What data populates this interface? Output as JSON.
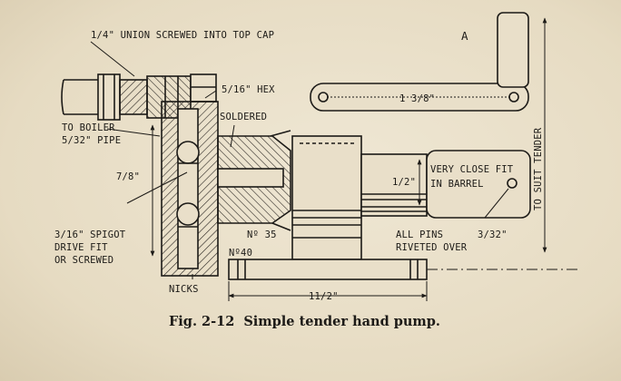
{
  "labels": {
    "union": "1/4\" UNION SCREWED INTO TOP CAP",
    "hex": "5/16\" HEX",
    "to_boiler": "TO BOILER",
    "pipe": "5/32\" PIPE",
    "soldered": "SOLDERED",
    "dim_7_8": "7/8\"",
    "spigot_1": "3/16\" SPIGOT",
    "spigot_2": "DRIVE FIT",
    "spigot_3": "OR SCREWED",
    "nicks": "NICKS",
    "no35": "Nº 35",
    "no40": "Nº40",
    "dim_1_2": "1/2\"",
    "dim_1_3_8": "1 3/8\"",
    "dim_1_1_2": "11/2\"",
    "fit_1": "VERY CLOSE FIT",
    "fit_2": "IN BARREL",
    "pins_1": "ALL PINS",
    "pins_2": "RIVETED OVER",
    "pin_size": "3/32\"",
    "marker_a": "A",
    "to_suit_tender": "TO SUIT TENDER"
  },
  "caption": {
    "figure": "Fig. 2-12",
    "title": "Simple tender hand pump."
  }
}
